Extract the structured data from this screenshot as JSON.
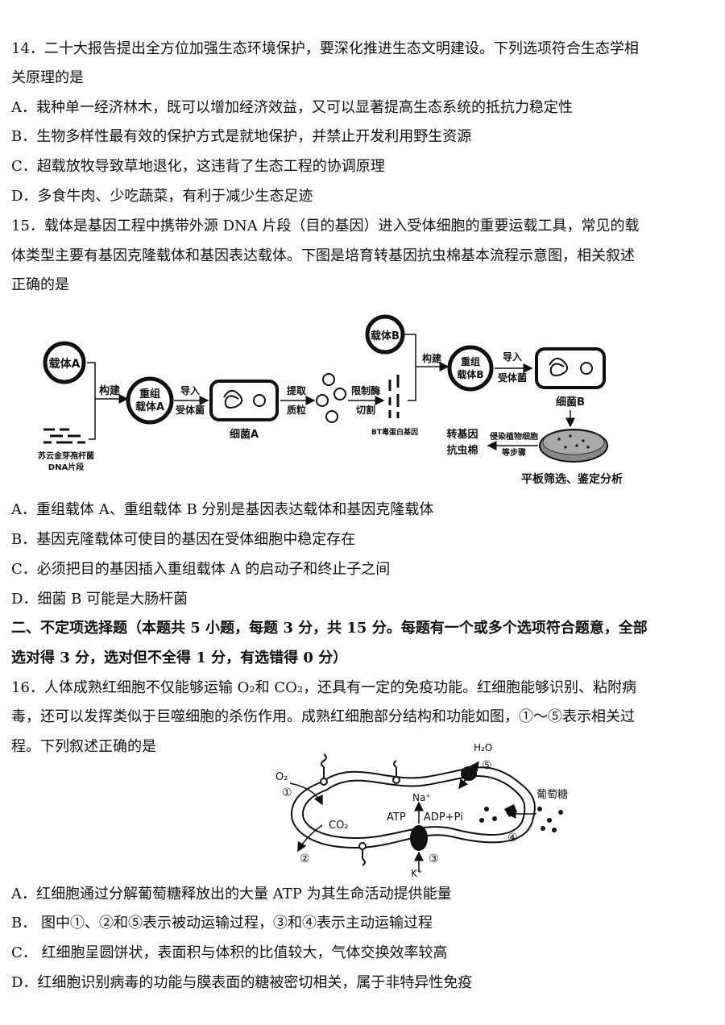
{
  "q14": {
    "stem_line1": "14．二十大报告提出全方位加强生态环境保护，要深化推进生态文明建设。下列选项符合生态学相",
    "stem_line2": "关原理的是",
    "A": "A．栽种单一经济林木，既可以增加经济效益，又可以显著提高生态系统的抵抗力稳定性",
    "B": "B．生物多样性最有效的保护方式是就地保护，并禁止开发利用野生资源",
    "C": "C．超载放牧导致草地退化，这违背了生态工程的协调原理",
    "D": "D．多食牛肉、少吃蔬菜，有利于减少生态足迹"
  },
  "q15": {
    "stem_line1": "15．载体是基因工程中携带外源 DNA 片段（目的基因）进入受体细胞的重要运载工具，常见的载",
    "stem_line2": "体类型主要有基因克隆载体和基因表达载体。下图是培育转基因抗虫棉基本流程示意图，相关叙述",
    "stem_line3": "正确的是",
    "A": "A．重组载体 A、重组载体 B 分别是基因表达载体和基因克隆载体",
    "B": "B．基因克隆载体可使目的基因在受体细胞中稳定存在",
    "C": "C．必须把目的基因插入重组载体 A 的启动子和终止子之间",
    "D": "D．细菌 B 可能是大肠杆菌",
    "diagram": {
      "vector_a": "载体A",
      "build1": "构建",
      "dna_line1": "苏云金芽孢杆菌",
      "dna_line2": "DNA片段",
      "recomb_a_1": "重组",
      "recomb_a_2": "载体A",
      "import1": "导入",
      "host1": "受体菌",
      "bacteria_a": "细菌A",
      "extract1": "提取",
      "extract2": "质粒",
      "enzyme1": "限制酶",
      "enzyme2": "切割",
      "bt_gene": "BT毒蛋白基因",
      "vector_b": "载体B",
      "build2": "构建",
      "recomb_b_1": "重组",
      "recomb_b_2": "载体B",
      "import2": "导入",
      "host2": "受体菌",
      "bacteria_b": "细菌B",
      "infect1": "侵染植物细胞",
      "infect2": "等步骤",
      "cotton1": "转基因",
      "cotton2": "抗虫棉",
      "plate": "平板筛选、鉴定分析"
    }
  },
  "section2": {
    "line1": "二、不定项选择题（本题共 5 小题，每题 3 分，共 15 分。每题有一个或多个选项符合题意，全部",
    "line2": "选对得 3 分，选对但不全得 1 分，有选错得 0 分）"
  },
  "q16": {
    "stem_line1": "16．人体成熟红细胞不仅能够运输 O₂和 CO₂，还具有一定的免疫功能。红细胞能够识别、粘附病",
    "stem_line2": "毒，还可以发挥类似于巨噬细胞的杀伤作用。成熟红细胞部分结构和功能如图，①～⑤表示相关过",
    "stem_line3": "程。下列叙述正确的是",
    "A": "A．红细胞通过分解葡萄糖释放出的大量 ATP 为其生命活动提供能量",
    "B": "B．  图中①、②和⑤表示被动运输过程，③和④表示主动运输过程",
    "C": "C．  红细胞呈圆饼状，表面积与体积的比值较大，气体交换效率较高",
    "D": "D．红细胞识别病毒的功能与膜表面的糖被密切相关，属于非特异性免疫",
    "diagram": {
      "o2": "O₂",
      "n1": "①",
      "co2": "CO₂",
      "n2": "②",
      "na": "Na⁺",
      "atp": "ATP",
      "adp": "ADP+Pi",
      "n3": "③",
      "k": "K⁺",
      "n4": "④",
      "glucose": "葡萄糖",
      "h2o": "H₂O",
      "n5": "⑤"
    }
  }
}
